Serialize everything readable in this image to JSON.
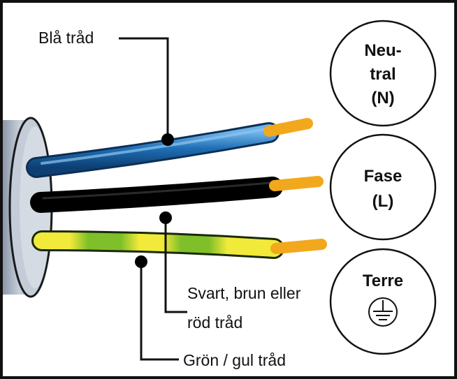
{
  "labels": {
    "blue_wire": "Blå tråd",
    "black_wire_line1": "Svart, brun eller",
    "black_wire_line2": "röd tråd",
    "earth_wire": "Grön / gul tråd"
  },
  "circles": {
    "neutral": {
      "line1": "Neu-",
      "line2": "tral",
      "line3": "(N)"
    },
    "phase": {
      "line1": "Fase",
      "line2": "(L)"
    },
    "earth": {
      "line1": "Terre",
      "icon": "ground-symbol-icon"
    }
  },
  "colors": {
    "blue_wire": "#1f6fb5",
    "black_wire": "#0a0a0a",
    "earth_green": "#7fbf2a",
    "earth_yellow": "#f2ea3a",
    "copper_tip": "#f2a81d",
    "cable_sheath": "#b9c2cf",
    "frame": "#111111"
  }
}
